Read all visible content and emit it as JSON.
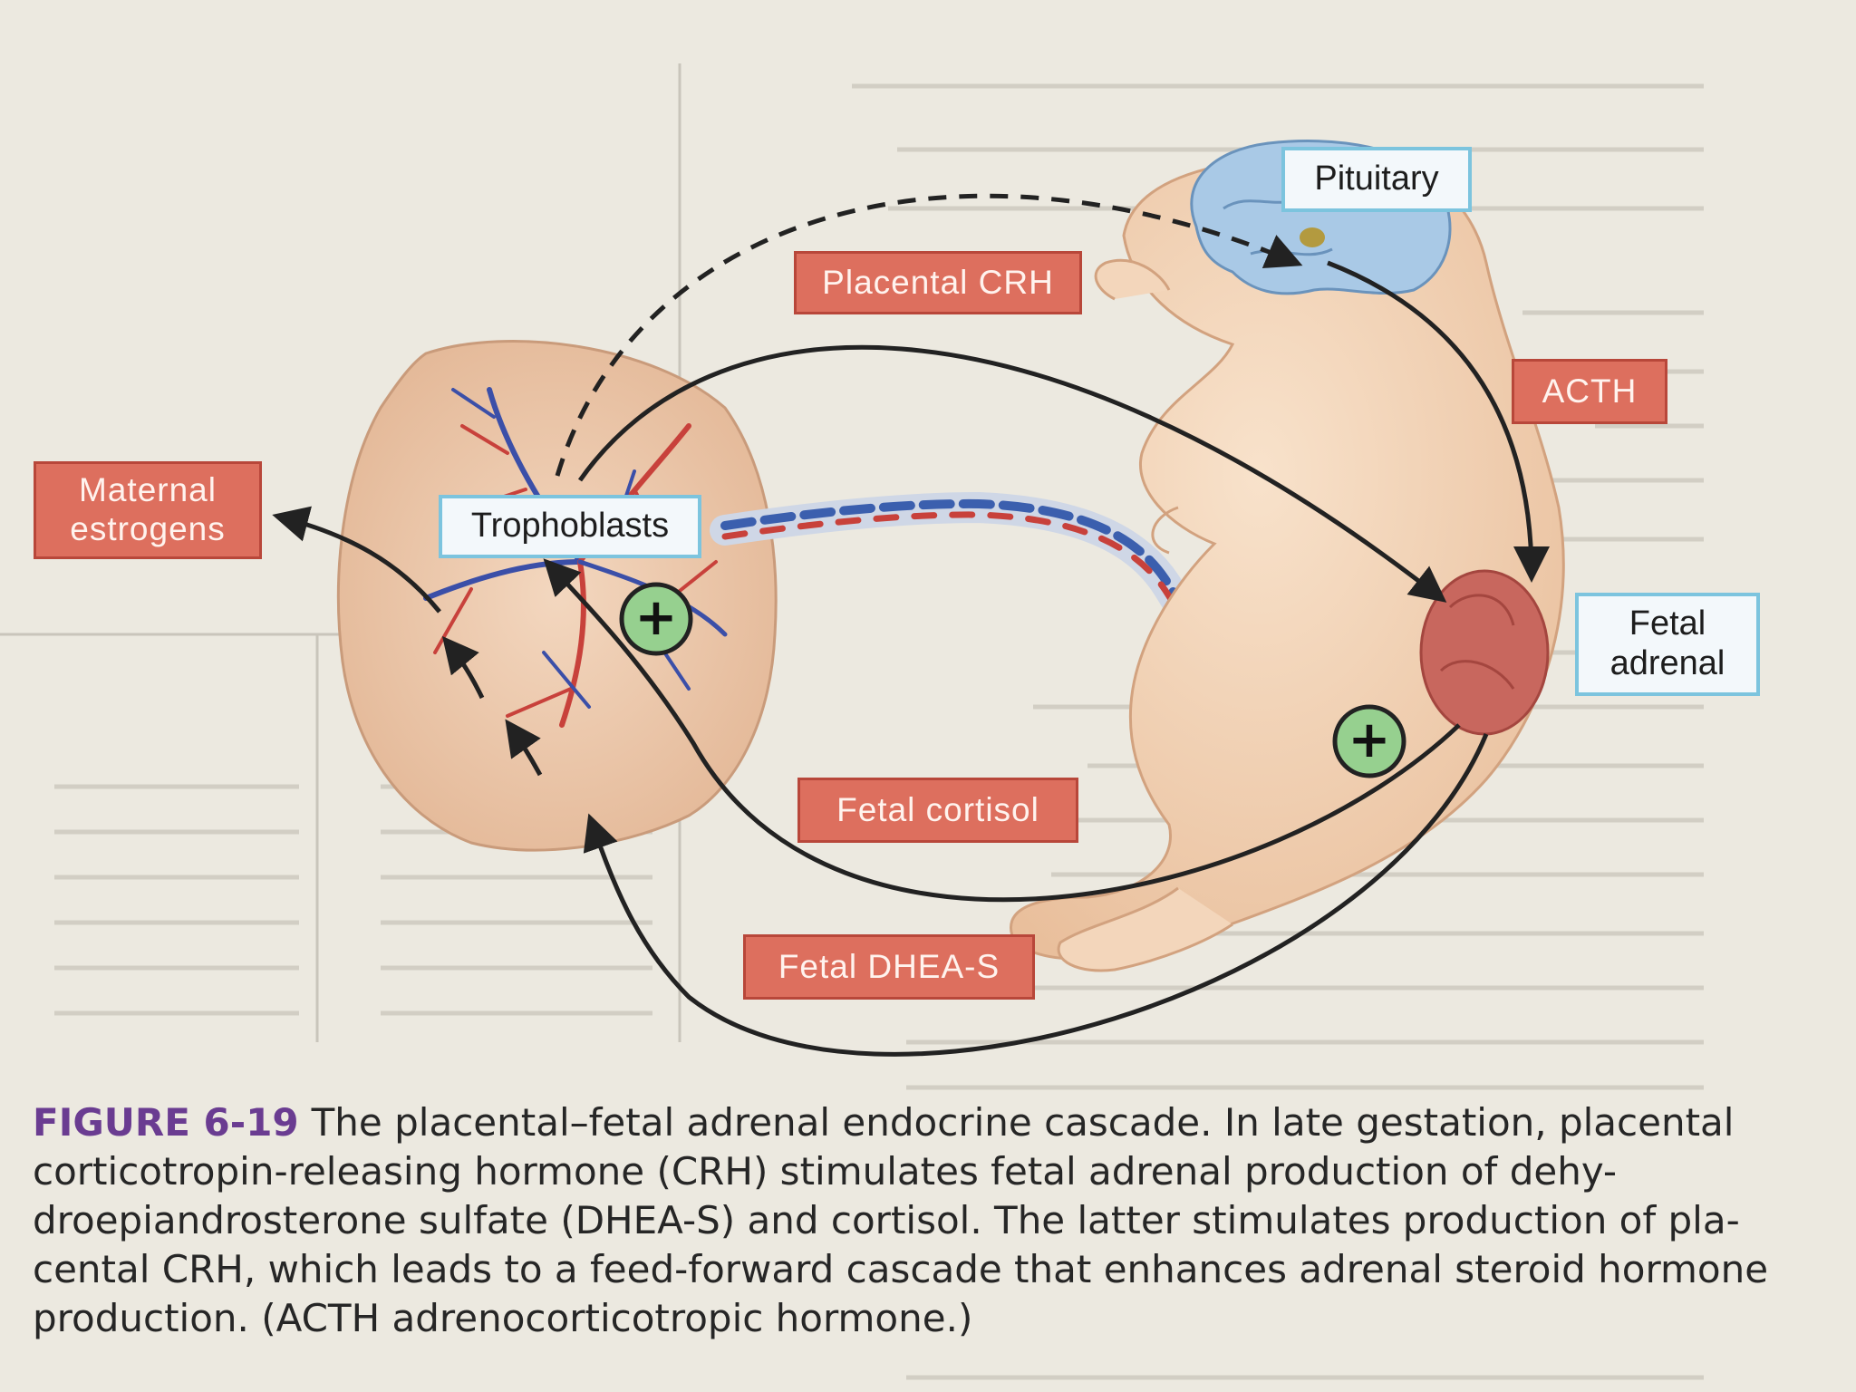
{
  "labels": {
    "placental_crh": "Placental CRH",
    "pituitary": "Pituitary",
    "acth": "ACTH",
    "maternal_estrogens_line1": "Maternal",
    "maternal_estrogens_line2": "estrogens",
    "trophoblasts": "Trophoblasts",
    "fetal_adrenal_line1": "Fetal",
    "fetal_adrenal_line2": "adrenal",
    "fetal_cortisol": "Fetal cortisol",
    "fetal_dhea_s": "Fetal DHEA-S",
    "plus_symbol": "+"
  },
  "caption": {
    "figure_label": "FIGURE 6-19",
    "text": "The placental–fetal adrenal endocrine cascade. In late gestation, placental corticotropin-releasing hormone (CRH) stimulates fetal adrenal production of dehy-droepiandrosterone sulfate (DHEA-S) and cortisol. The latter stimulates production of pla-cental CRH, which leads to a feed-forward cascade that enhances adrenal steroid hormone production. (ACTH    adrenocorticotropic hormone.)"
  },
  "colors": {
    "label_red": "#dd6f5e",
    "label_blue_border": "#7cc4de",
    "plus_circle": "#96d08f",
    "skin": "#f2d2b4",
    "adrenal": "#c8675e",
    "brain": "#9fc3e2",
    "figure_label": "#6a3c91"
  }
}
